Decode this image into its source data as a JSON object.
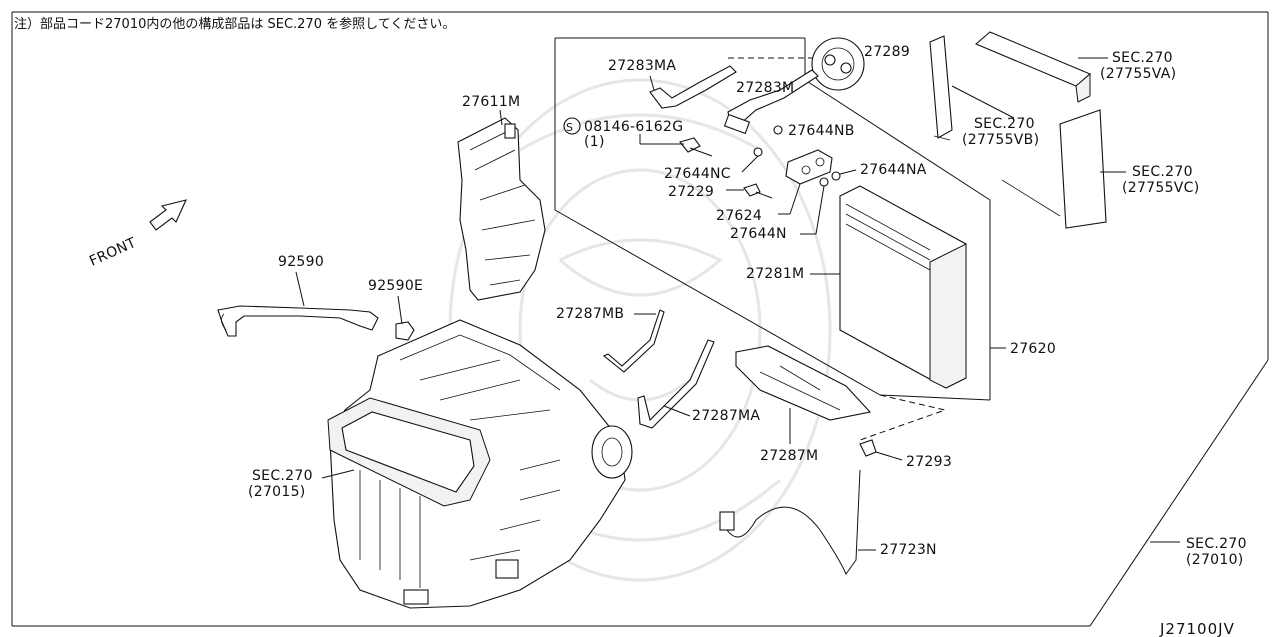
{
  "note": "注）部品コード27010内の他の構成部品は SEC.270 を参照してください。",
  "diagram_ref": "J27100JV",
  "front_label": "FRONT",
  "labels": {
    "p27611M": "27611M",
    "p92590": "92590",
    "p92590E": "92590E",
    "sec27015_a": "SEC.270",
    "sec27015_b": "(27015)",
    "p27283MA": "27283MA",
    "p27283M": "27283M",
    "p27289": "27289",
    "bolt_a": "08146-6162G",
    "bolt_b": "(1)",
    "p27644NB": "27644NB",
    "p27644NC": "27644NC",
    "p27644NA": "27644NA",
    "p27229": "27229",
    "p27624": "27624",
    "p27644N": "27644N",
    "p27281M": "27281M",
    "p27620": "27620",
    "p27287MB": "27287MB",
    "p27287MA": "27287MA",
    "p27287M": "27287M",
    "p27293": "27293",
    "p27723N": "27723N",
    "sec27755VA_a": "SEC.270",
    "sec27755VA_b": "(27755VA)",
    "sec27755VB_a": "SEC.270",
    "sec27755VB_b": "(27755VB)",
    "sec27755VC_a": "SEC.270",
    "sec27755VC_b": "(27755VC)",
    "sec27010_a": "SEC.270",
    "sec27010_b": "(27010)"
  }
}
